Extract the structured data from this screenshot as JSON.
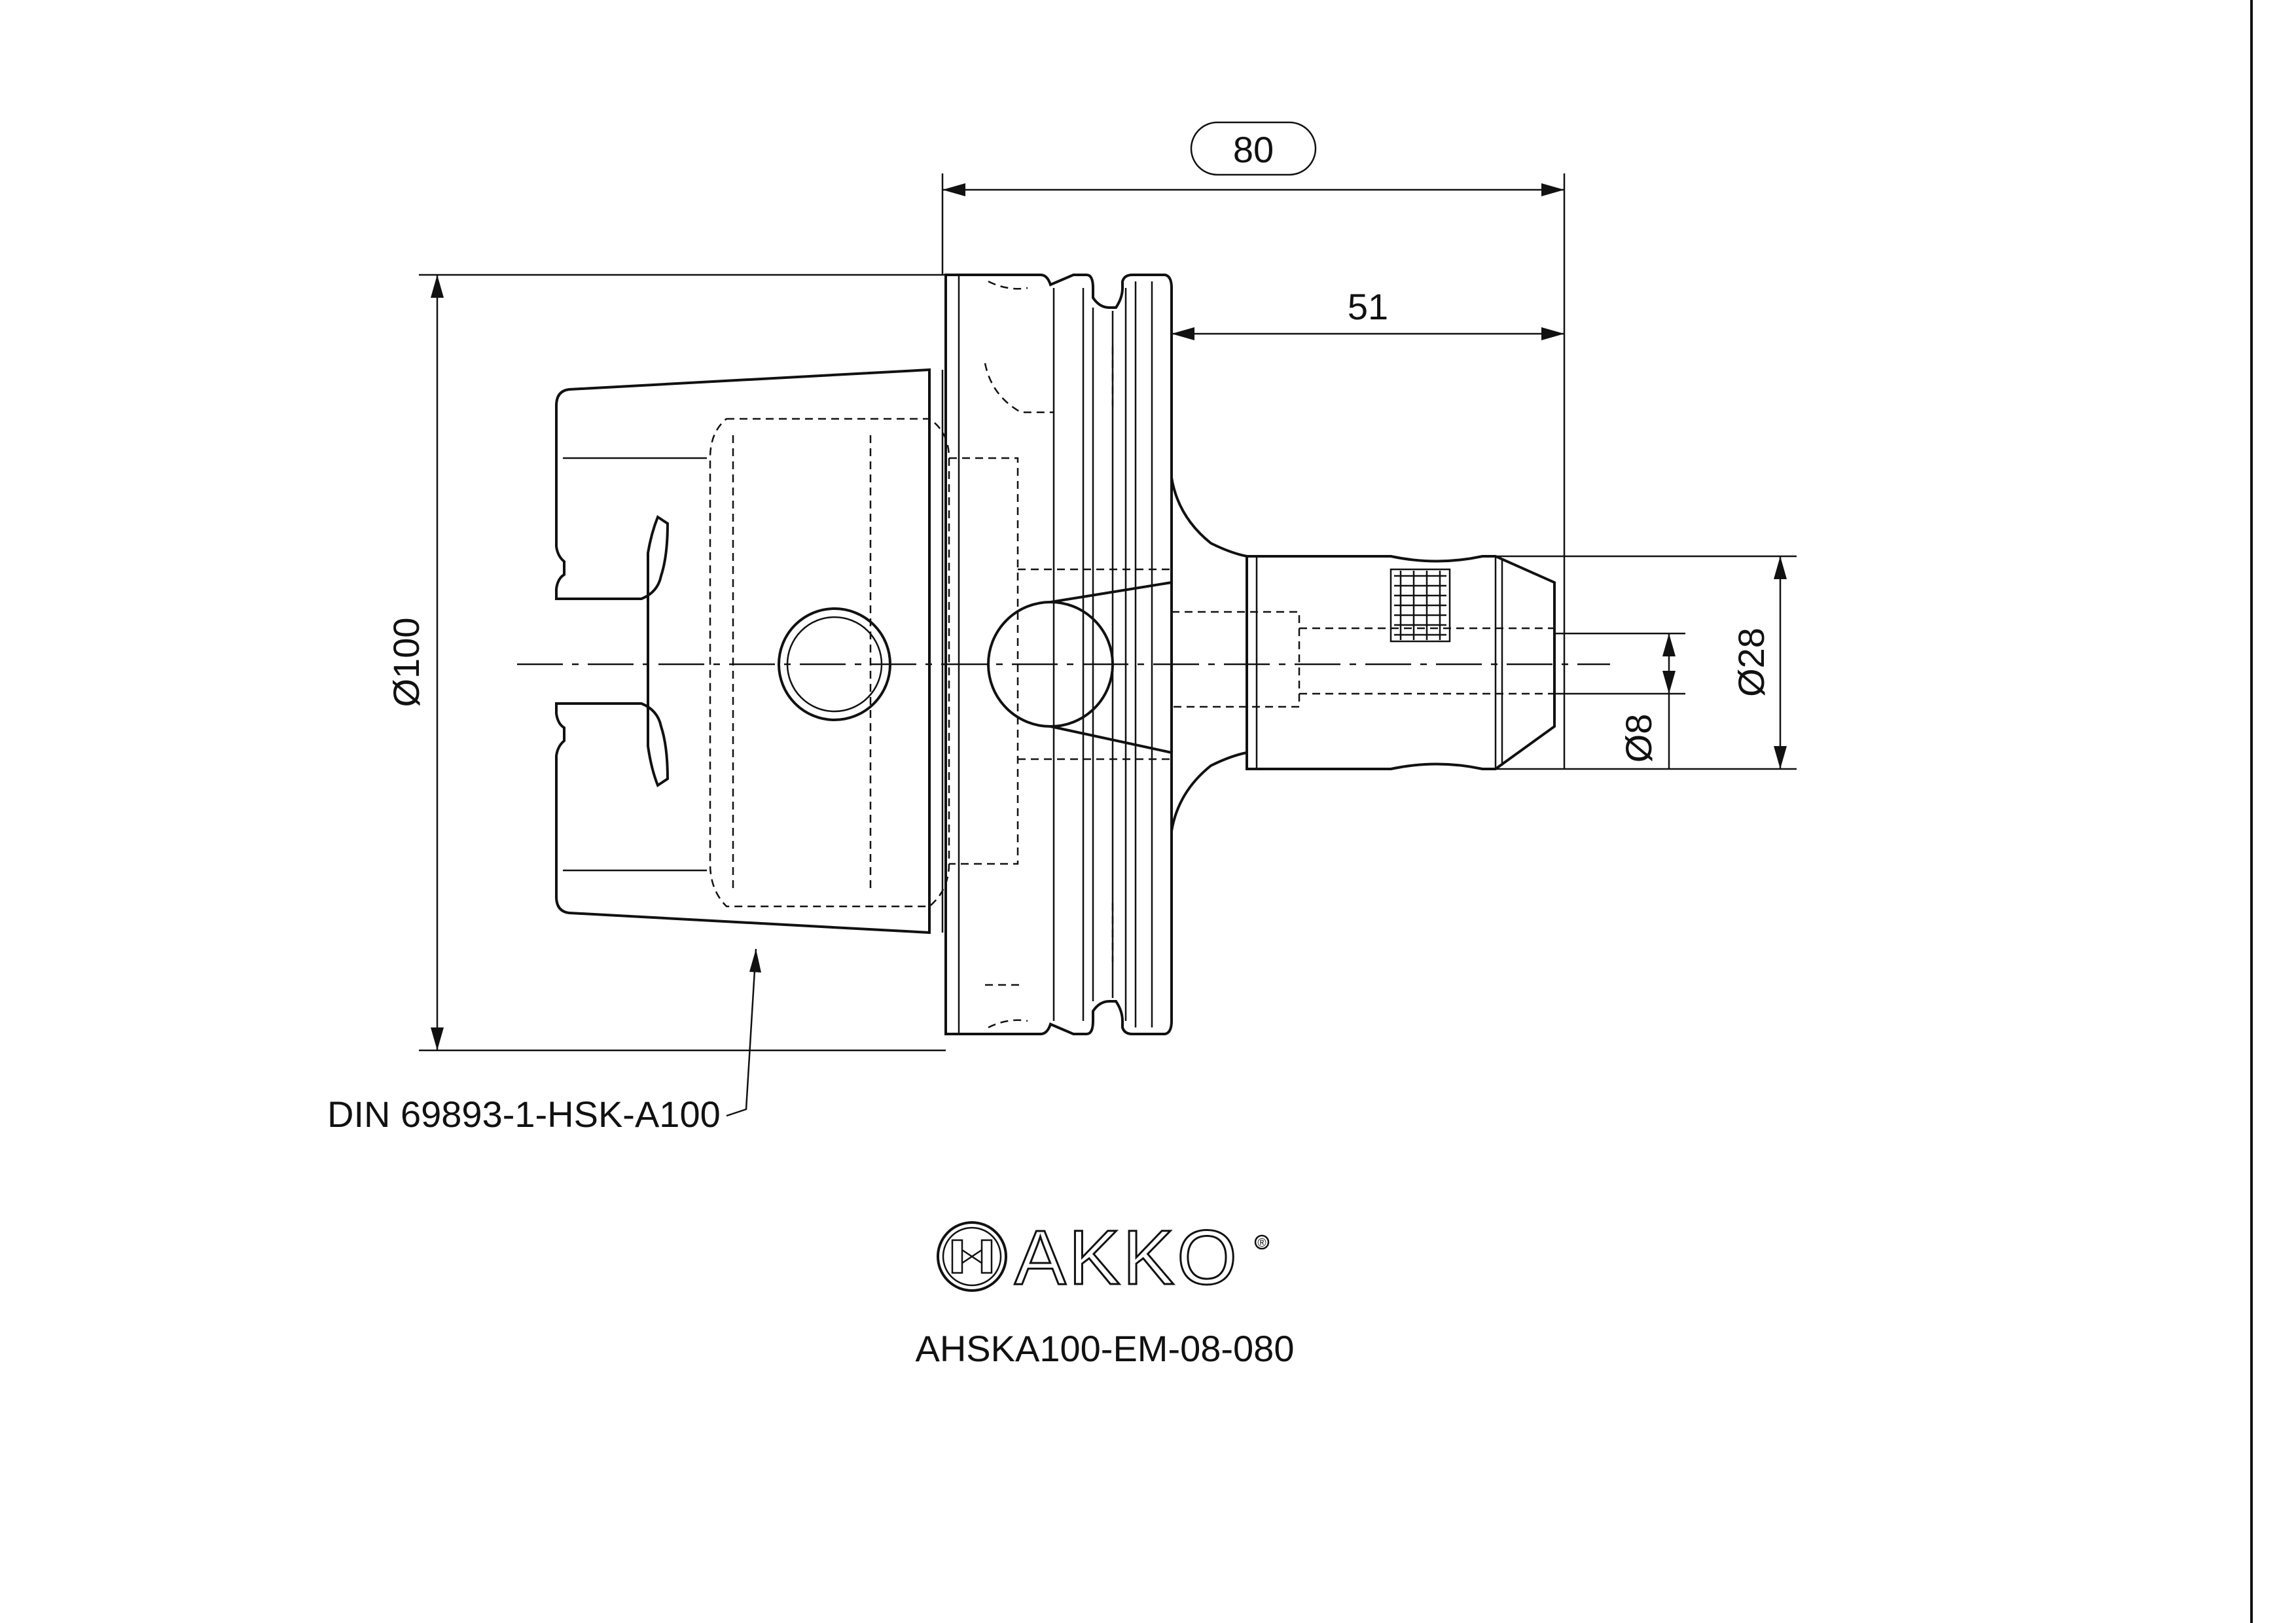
{
  "drawing": {
    "dimensions": {
      "overall_length": "80",
      "shank_length": "51",
      "flange_diameter": "Ø100",
      "shank_diameter": "Ø28",
      "bore_diameter": "Ø8"
    },
    "standard_label": "DIN 69893-1-HSK-A100",
    "brand": {
      "name": "AKKO",
      "mark": "®"
    },
    "part_number": "AHSKA100-EM-08-080"
  }
}
